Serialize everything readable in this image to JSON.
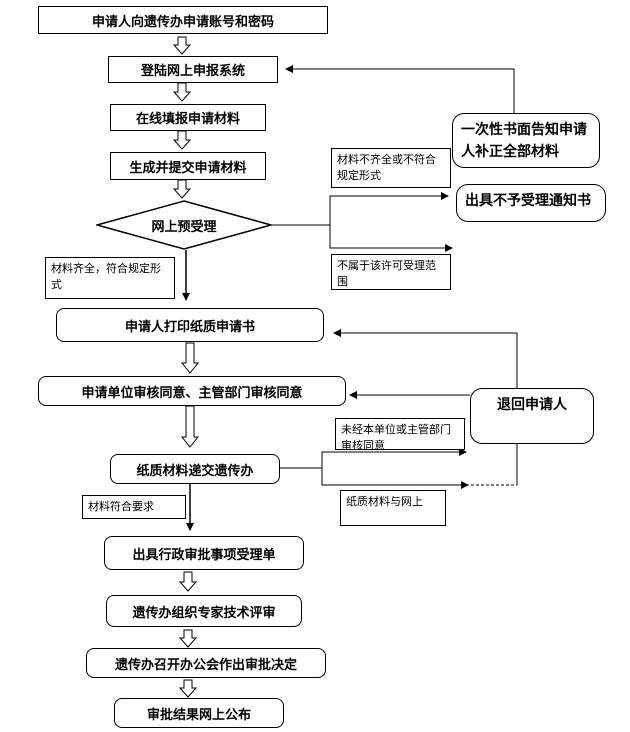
{
  "flow": {
    "step1": "申请人向遗传办申请账号和密码",
    "step2": "登陆网上申报系统",
    "step3": "在线填报申请材料",
    "step4": "生成并提交申请材料",
    "decision": "网上预受理",
    "step5": "申请人打印纸质申请书",
    "step6": "申请单位审核同意、主管部门审核同意",
    "step7": "纸质材料递交遗传办",
    "step8": "出具行政审批事项受理单",
    "step9": "遗传办组织专家技术评审",
    "step10": "遗传办召开办公会作出审批决定",
    "step11": "审批结果网上公布"
  },
  "notes": {
    "complete": "材料齐全，符合规定形式",
    "incomplete": "材料不齐全或不符合规定形式",
    "not_in_scope": "不属于该许可受理范围",
    "not_approved": "未经本单位或主管部门审核同意",
    "paper_mismatch": "纸质材料与网上",
    "meets": "材料符合要求"
  },
  "outcomes": {
    "notify": "一次性书面告知申请人补正全部材料",
    "reject": "出具不予受理通知书",
    "return": "退回申请人"
  }
}
